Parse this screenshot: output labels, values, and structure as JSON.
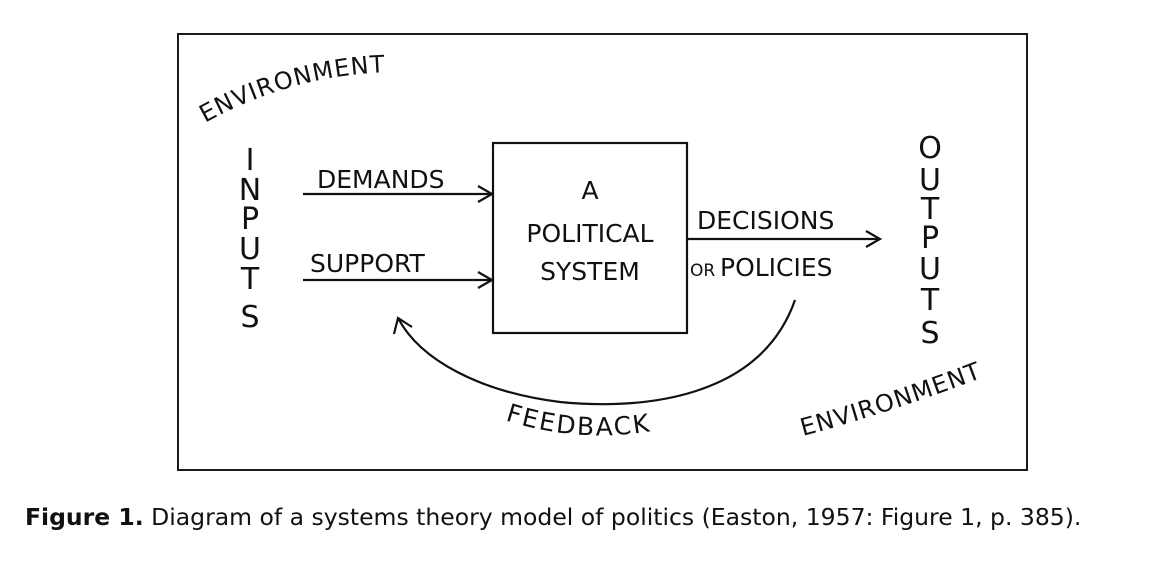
{
  "diagram": {
    "environment_top": "ENVIRONMENT",
    "environment_bottom": "ENVIRONMENT",
    "inputs_letters": [
      "I",
      "N",
      "P",
      "U",
      "T",
      "S"
    ],
    "outputs_letters": [
      "O",
      "U",
      "T",
      "P",
      "U",
      "T",
      "S"
    ],
    "demands": "DEMANDS",
    "support": "SUPPORT",
    "system_lines": [
      "A",
      "POLITICAL",
      "SYSTEM"
    ],
    "decisions": "DECISIONS",
    "or_label": "OR",
    "policies": "POLICIES",
    "feedback": "FEEDBACK",
    "colors": {
      "ink": "#111111",
      "frame": "#1a1a1a"
    }
  },
  "caption": {
    "label": "Figure 1.",
    "text": " Diagram of a systems theory model of politics (Easton, 1957: Figure 1, p. 385)."
  }
}
